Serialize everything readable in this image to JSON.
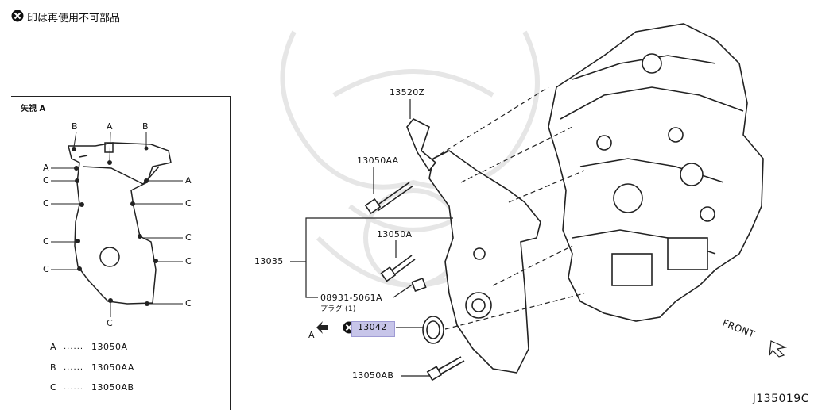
{
  "header": {
    "note_text": "印は再使用不可部品",
    "note_icon": "non-reusable-x-icon"
  },
  "inset": {
    "title": "矢視 A",
    "letters_top": [
      "B",
      "A",
      "B"
    ],
    "left_labels": [
      "A",
      "C",
      "C",
      "C",
      "C"
    ],
    "right_labels": [
      "A",
      "C",
      "C",
      "C",
      "C"
    ],
    "bottom_label": "C",
    "legend": [
      {
        "key": "A",
        "dots": "......",
        "value": "13050A"
      },
      {
        "key": "B",
        "dots": "......",
        "value": "13050AA"
      },
      {
        "key": "C",
        "dots": "......",
        "value": "13050AB"
      }
    ]
  },
  "parts": {
    "p13520z": "13520Z",
    "p13050aa": "13050AA",
    "p13050a": "13050A",
    "p13035": "13035",
    "p08931": "08931-5061A",
    "plug": "プラグ (1)",
    "p13042": "13042",
    "p13050ab": "13050AB",
    "arrow_a": "A",
    "front": "FRONT"
  },
  "diagram_code": "J135019C",
  "colors": {
    "highlight": "#c7c5e9",
    "ink": "#111111",
    "watermark": "#e4e4e4"
  }
}
